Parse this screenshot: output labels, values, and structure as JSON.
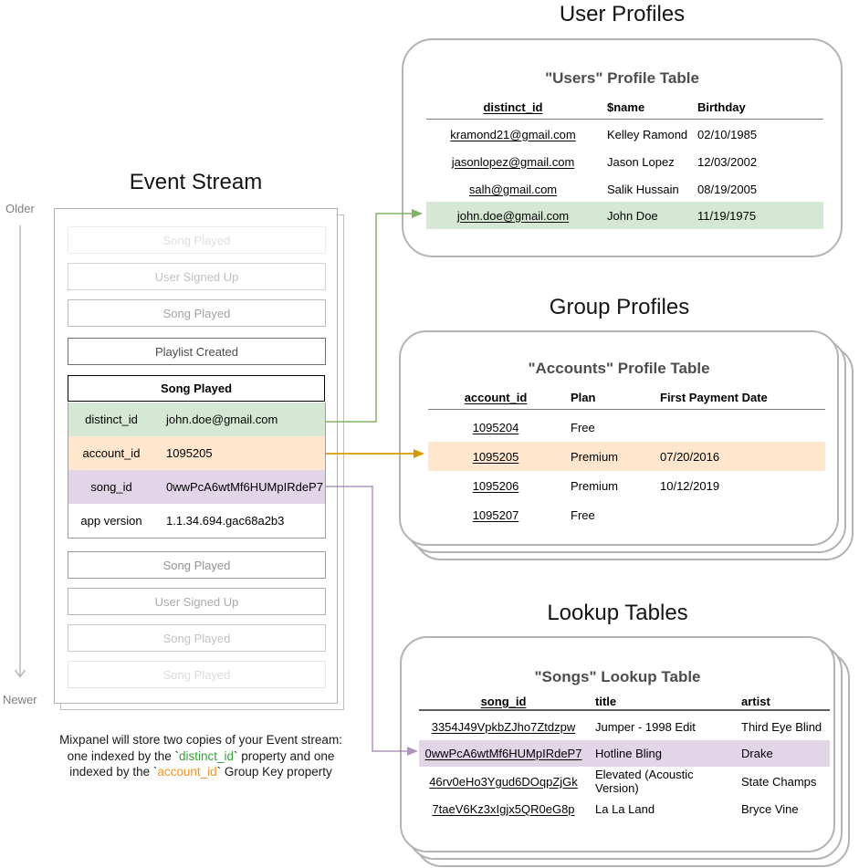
{
  "colors": {
    "green_fill": "#d5e8d4",
    "green_stroke": "#82b366",
    "orange_fill": "#ffe6cc",
    "orange_stroke": "#d79b00",
    "purple_fill": "#e1d5e7",
    "purple_stroke": "#9673a6",
    "caption_green": "#33a333",
    "caption_orange": "#f59520"
  },
  "event_stream": {
    "title": "Event Stream",
    "older_label": "Older",
    "newer_label": "Newer",
    "events_before": [
      "Song Played",
      "User Signed Up",
      "Song Played",
      "Playlist Created"
    ],
    "detail": {
      "header": "Song Played",
      "rows": [
        {
          "key": "distinct_id",
          "value": "john.doe@gmail.com"
        },
        {
          "key": "account_id",
          "value": "1095205"
        },
        {
          "key": "song_id",
          "value": "0wwPcA6wtMf6HUMpIRdeP7"
        },
        {
          "key": "app version",
          "value": "1.1.34.694.gac68a2b3"
        }
      ]
    },
    "events_after": [
      "Song Played",
      "User Signed Up",
      "Song Played",
      "Song Played"
    ]
  },
  "caption": {
    "line1": "Mixpanel will store two copies of your Event stream:",
    "line2_pre": "one indexed by the `",
    "line2_code": "distinct_id",
    "line2_post": "` property and one",
    "line3_pre": "indexed by the `",
    "line3_code": "account_id",
    "line3_post": "` Group Key property"
  },
  "user_profiles": {
    "section_title": "User Profiles",
    "table_title": "\"Users\" Profile Table",
    "columns": [
      "distinct_id",
      "$name",
      "Birthday"
    ],
    "rows": [
      [
        "kramond21@gmail.com",
        "Kelley Ramond",
        "02/10/1985"
      ],
      [
        "jasonlopez@gmail.com",
        "Jason Lopez",
        "12/03/2002"
      ],
      [
        "salh@gmail.com",
        "Salik Hussain",
        "08/19/2005"
      ],
      [
        "john.doe@gmail.com",
        "John Doe",
        "11/19/1975"
      ]
    ],
    "highlighted_row": 3
  },
  "group_profiles": {
    "section_title": "Group Profiles",
    "table_title": "\"Accounts\" Profile Table",
    "columns": [
      "account_id",
      "Plan",
      "First Payment Date"
    ],
    "rows": [
      [
        "1095204",
        "Free",
        ""
      ],
      [
        "1095205",
        "Premium",
        "07/20/2016"
      ],
      [
        "1095206",
        "Premium",
        "10/12/2019"
      ],
      [
        "1095207",
        "Free",
        ""
      ]
    ],
    "highlighted_row": 1
  },
  "lookup_tables": {
    "section_title": "Lookup Tables",
    "table_title": "\"Songs\" Lookup Table",
    "columns": [
      "song_id",
      "title",
      "artist"
    ],
    "rows": [
      [
        "3354J49VpkbZJho7Ztdzpw",
        "Jumper - 1998 Edit",
        "Third Eye Blind"
      ],
      [
        "0wwPcA6wtMf6HUMpIRdeP7",
        "Hotline Bling",
        "Drake"
      ],
      [
        "46rv0eHo3Ygud6DOqpZjGk",
        "Elevated (Acoustic Version)",
        "State Champs"
      ],
      [
        "7taeV6Kz3xIgjx5QR0eG8p",
        "La La Land",
        "Bryce Vine"
      ]
    ],
    "highlighted_row": 1
  }
}
